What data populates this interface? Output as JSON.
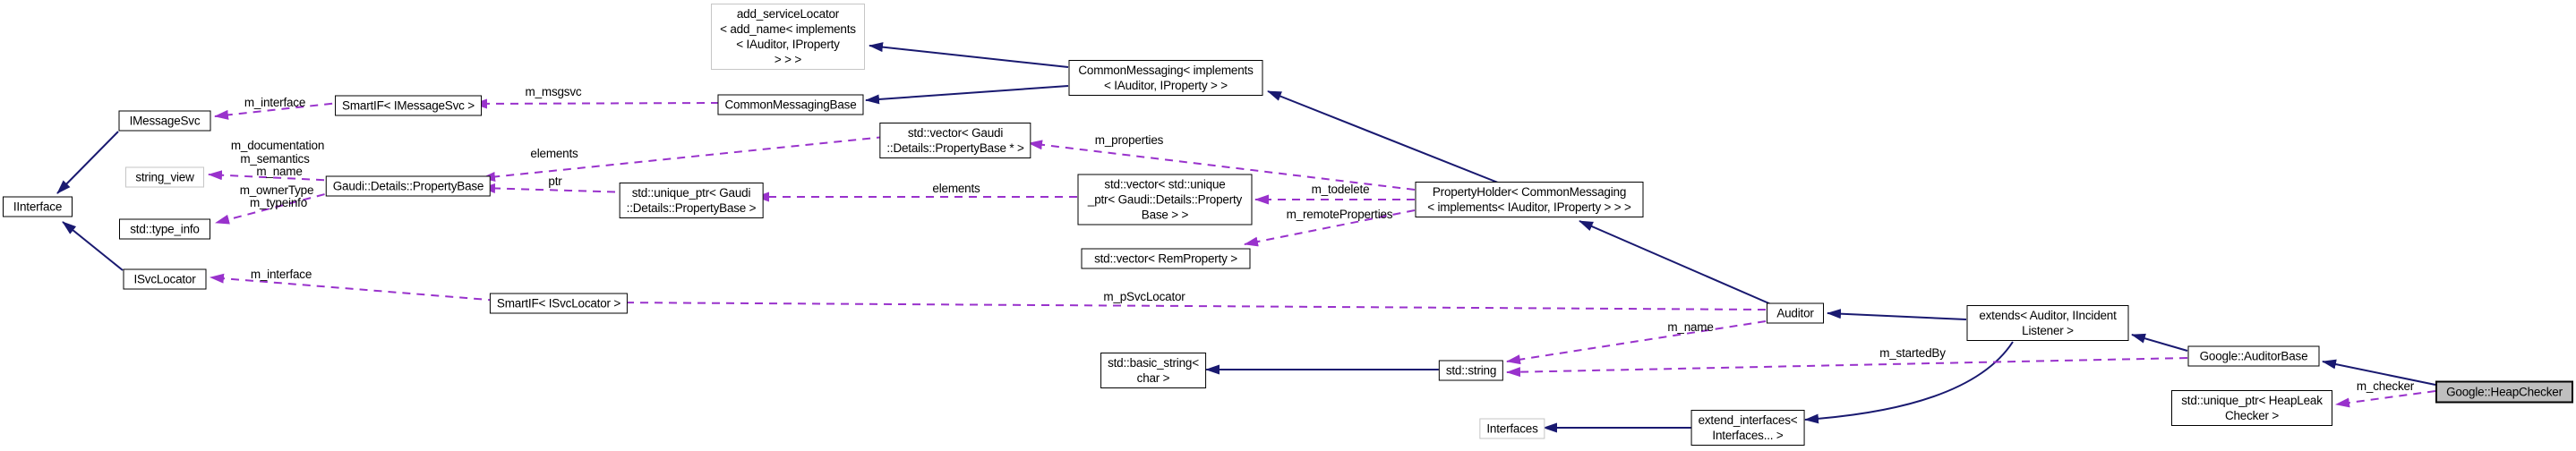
{
  "diagram": {
    "kind": "doxygen-collaboration-graph",
    "highlighted_node": "Google::HeapChecker"
  },
  "colors": {
    "inheritance_arrow": "#191970",
    "usage_arrow": "#9932cc",
    "node_border": "#000000",
    "external_node_border": "#c6c6c6",
    "highlight_fill": "#bfbfbf",
    "background": "#ffffff"
  },
  "nodes": {
    "add_servicelocator": {
      "label": "add_serviceLocator\n< add_name< implements\n< IAuditor, IProperty\n> > >"
    },
    "commonmessaging": {
      "label": "CommonMessaging< implements\n< IAuditor, IProperty > >"
    },
    "imessagesvc": {
      "label": "IMessageSvc"
    },
    "smartif_imessagesvc": {
      "label": "SmartIF< IMessageSvc >"
    },
    "commonmessagingbase": {
      "label": "CommonMessagingBase"
    },
    "string_view": {
      "label": "string_view"
    },
    "iinterface": {
      "label": "IInterface"
    },
    "propertybase": {
      "label": "Gaudi::Details::PropertyBase"
    },
    "type_info": {
      "label": "std::type_info"
    },
    "vector_propertybase_ptr": {
      "label": "std::vector< Gaudi\n::Details::PropertyBase * >"
    },
    "unique_ptr_propertybase": {
      "label": "std::unique_ptr< Gaudi\n::Details::PropertyBase >"
    },
    "isvclocator": {
      "label": "ISvcLocator"
    },
    "vector_unique_ptr": {
      "label": "std::vector< std::unique\n_ptr< Gaudi::Details::Property\nBase > >"
    },
    "vector_remproperty": {
      "label": "std::vector< RemProperty >"
    },
    "propertyholder": {
      "label": "PropertyHolder< CommonMessaging\n< implements< IAuditor, IProperty > > >"
    },
    "smartif_isvclocator": {
      "label": "SmartIF< ISvcLocator >"
    },
    "auditor": {
      "label": "Auditor"
    },
    "extends": {
      "label": "extends< Auditor, IIncident\nListener >"
    },
    "auditorbase": {
      "label": "Google::AuditorBase"
    },
    "basic_string": {
      "label": "std::basic_string<\nchar >"
    },
    "std_string": {
      "label": "std::string"
    },
    "heapchecker": {
      "label": "Google::HeapChecker"
    },
    "unique_ptr_heapleak": {
      "label": "std::unique_ptr< HeapLeak\nChecker >"
    },
    "interfaces": {
      "label": "Interfaces"
    },
    "extend_interfaces": {
      "label": "extend_interfaces<\nInterfaces... >"
    }
  },
  "edge_labels": {
    "m_interface_msgsvc": "m_interface",
    "m_msgsvc": "m_msgsvc",
    "m_documentation": "m_documentation",
    "m_semantics": "m_semantics",
    "m_name_property": "m_name",
    "m_ownertype": "m_ownerType",
    "m_typeinfo": "m_typeinfo",
    "elements_vector": "elements",
    "ptr": "ptr",
    "m_properties": "m_properties",
    "elements_unique": "elements",
    "m_todelete": "m_todelete",
    "m_remoteproperties": "m_remoteProperties",
    "m_interface_svclocator": "m_interface",
    "m_psvclocator": "m_pSvcLocator",
    "m_name_auditor": "m_name",
    "m_startedby": "m_startedBy",
    "m_checker": "m_checker"
  }
}
